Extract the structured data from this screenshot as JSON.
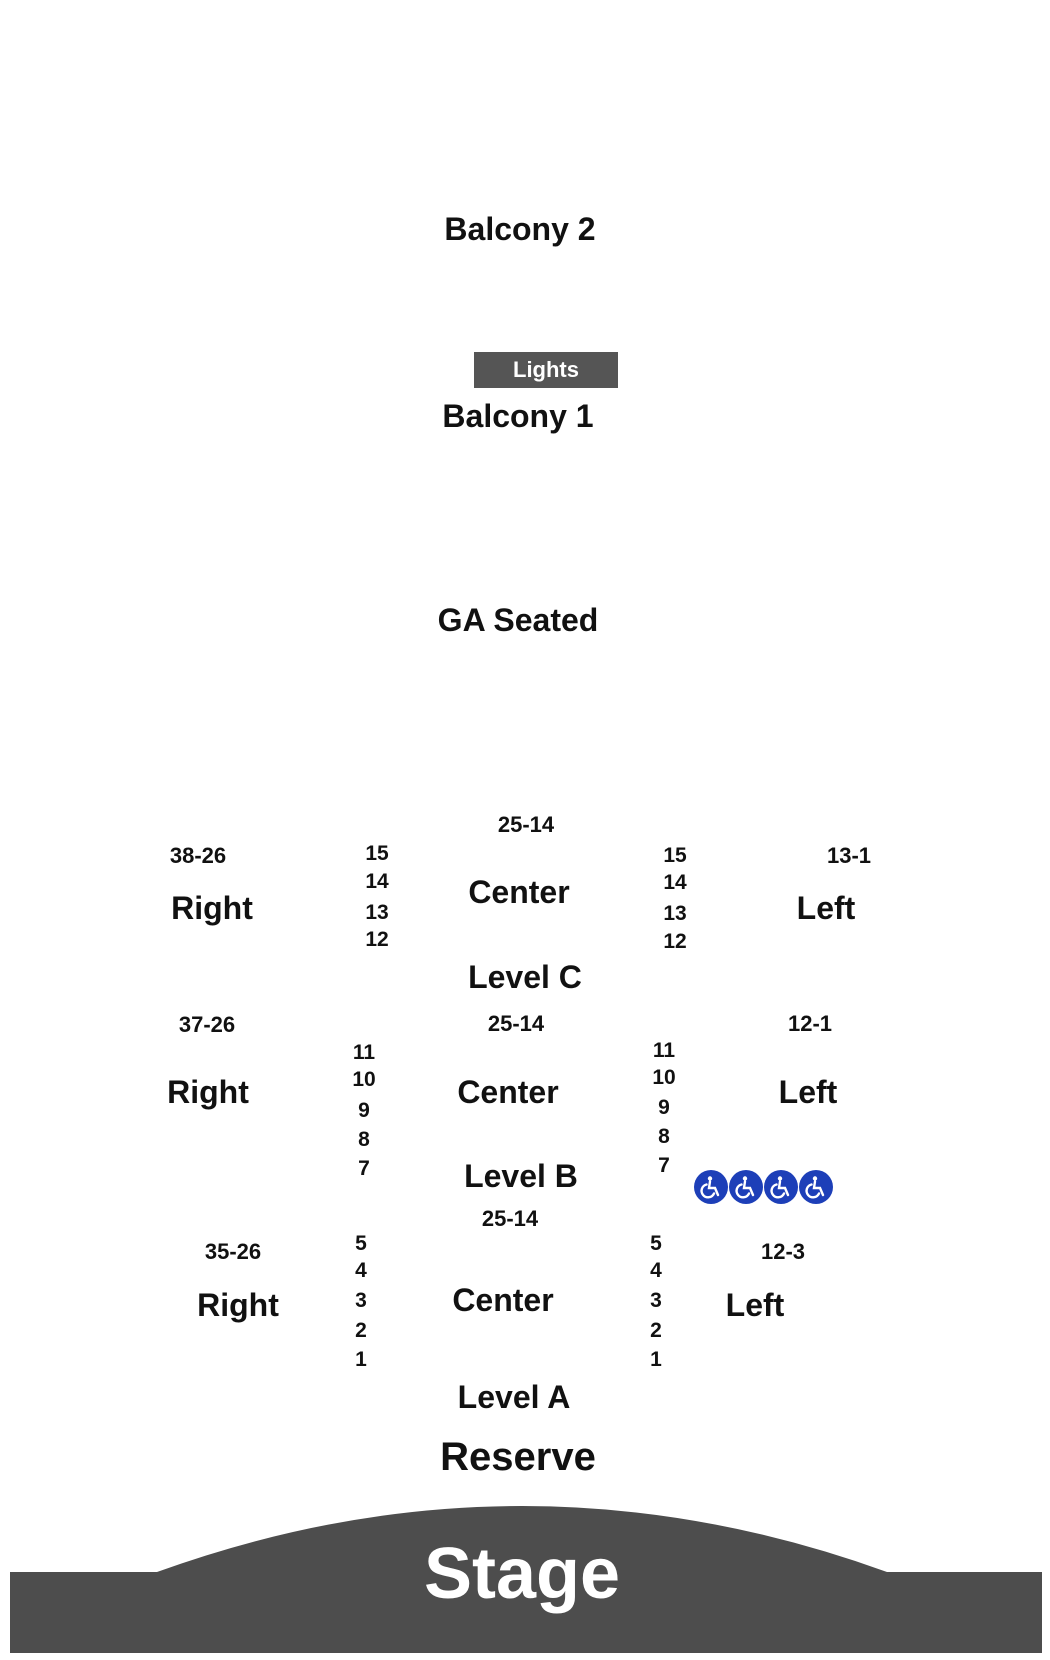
{
  "title_text": "Balcony 2",
  "lights_label": "Lights",
  "balcony1": "Balcony 1",
  "ga_seated": "GA Seated",
  "level_c": {
    "name": "Level C",
    "center": {
      "label": "Center",
      "range": "25-14"
    },
    "right": {
      "label": "Right",
      "range": "38-26"
    },
    "left": {
      "label": "Left",
      "range": "13-1"
    },
    "rows_left_aisle": [
      "15",
      "14",
      "13",
      "12"
    ],
    "rows_right_aisle": [
      "15",
      "14",
      "13",
      "12"
    ]
  },
  "level_b": {
    "name": "Level B",
    "center": {
      "label": "Center",
      "range": "25-14"
    },
    "right": {
      "label": "Right",
      "range": "37-26"
    },
    "left": {
      "label": "Left",
      "range": "12-1"
    },
    "rows_left_aisle": [
      "11",
      "10",
      "9",
      "8",
      "7"
    ],
    "rows_right_aisle": [
      "11",
      "10",
      "9",
      "8",
      "7"
    ]
  },
  "level_a": {
    "name": "Level A",
    "center": {
      "label": "Center",
      "range": "25-14"
    },
    "right": {
      "label": "Right",
      "range": "35-26"
    },
    "left": {
      "label": "Left",
      "range": "12-3"
    },
    "rows_left_aisle": [
      "5",
      "4",
      "3",
      "2",
      "1"
    ],
    "rows_right_aisle": [
      "5",
      "4",
      "3",
      "2",
      "1"
    ]
  },
  "reserve": "Reserve",
  "stage": "Stage",
  "accessible_icons": [
    "wheelchair-icon",
    "wheelchair-icon",
    "wheelchair-icon",
    "wheelchair-icon"
  ],
  "colors": {
    "stage": "#4d4d4d",
    "lights": "#555555",
    "accessible": "#1d3fb8",
    "text": "#111111"
  }
}
